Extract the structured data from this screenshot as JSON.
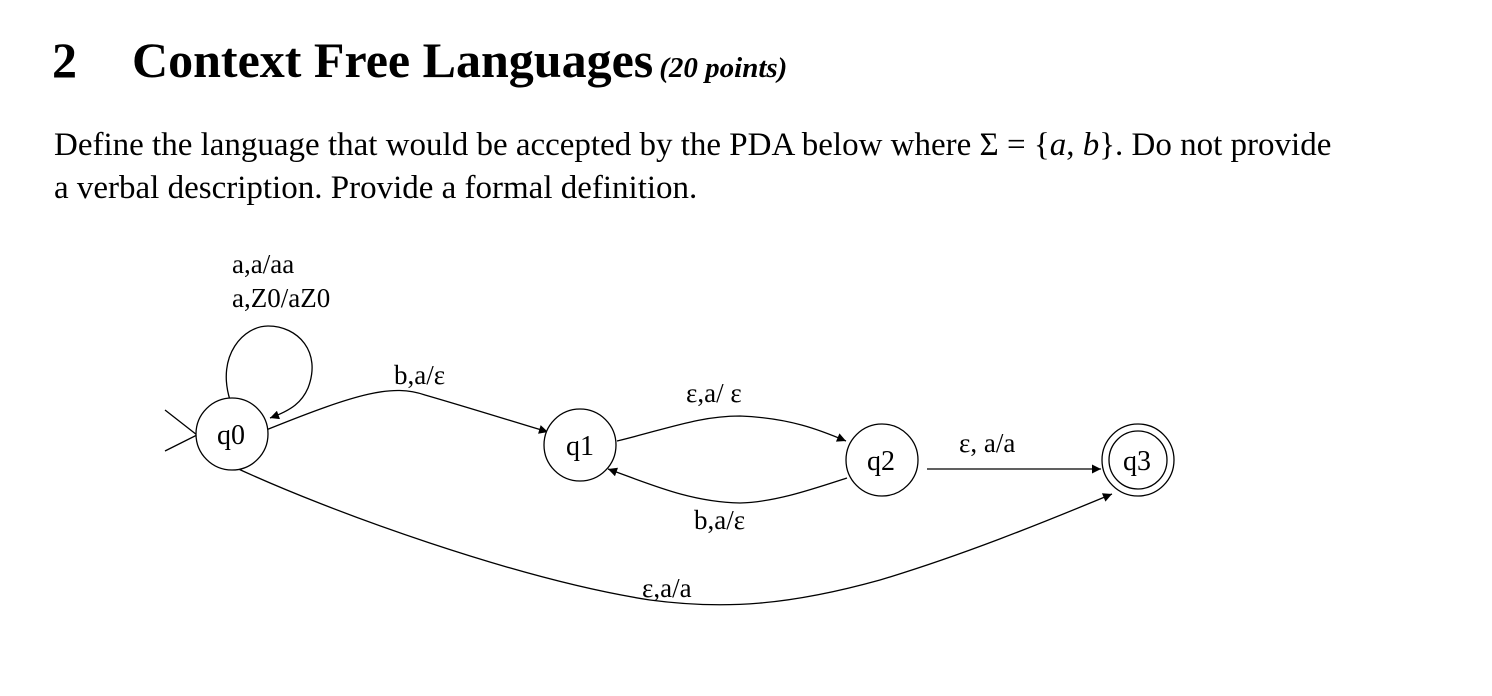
{
  "section": {
    "number": "2",
    "title": "Context Free Languages",
    "points": "(20 points)"
  },
  "question": {
    "text_before": "Define the language that would be accepted by the PDA below where ",
    "sigma": "Σ",
    "equals": " = ",
    "set_open": "{",
    "sym_a": "a",
    "comma": ", ",
    "sym_b": "b",
    "set_close": "}",
    "text_after": ". Do not provide a verbal description. Provide a formal definition."
  },
  "pda": {
    "states": [
      {
        "id": "q0",
        "label": "q0",
        "start": true,
        "accepting": false
      },
      {
        "id": "q1",
        "label": "q1",
        "start": false,
        "accepting": false
      },
      {
        "id": "q2",
        "label": "q2",
        "start": false,
        "accepting": false
      },
      {
        "id": "q3",
        "label": "q3",
        "start": false,
        "accepting": true
      }
    ],
    "transitions": [
      {
        "from": "q0",
        "to": "q0",
        "labels": [
          "a,a/aa",
          "a,Z0/aZ0"
        ]
      },
      {
        "from": "q0",
        "to": "q1",
        "labels": [
          "b,a/ε"
        ]
      },
      {
        "from": "q1",
        "to": "q2",
        "labels": [
          "ε,a/ ε"
        ]
      },
      {
        "from": "q2",
        "to": "q1",
        "labels": [
          "b,a/ε"
        ]
      },
      {
        "from": "q2",
        "to": "q3",
        "labels": [
          "ε, a/a"
        ]
      },
      {
        "from": "q0",
        "to": "q3",
        "labels": [
          "ε,a/a"
        ]
      }
    ]
  }
}
